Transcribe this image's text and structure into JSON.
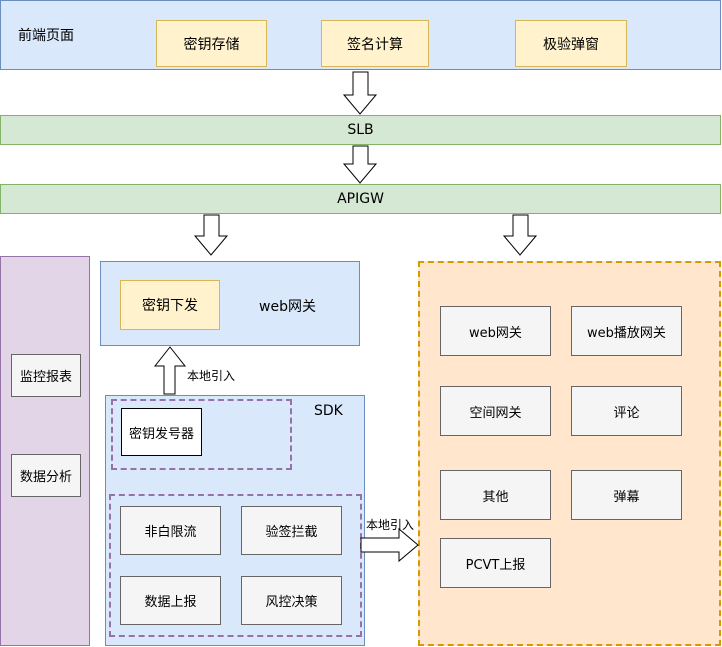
{
  "frontend": {
    "title": "前端页面",
    "items": [
      "密钥存储",
      "签名计算",
      "极验弹窗"
    ]
  },
  "slb": "SLB",
  "apigw": "APIGW",
  "monitor": {
    "items": [
      "监控报表",
      "数据分析"
    ]
  },
  "web_gateway_box": {
    "key_issue": "密钥下发",
    "label": "web网关"
  },
  "local_import_label": "本地引入",
  "sdk": {
    "label": "SDK",
    "key_generator": "密钥发号器",
    "modules": [
      "非白限流",
      "验签拦截",
      "数据上报",
      "风控决策"
    ]
  },
  "services": {
    "items": [
      "web网关",
      "web播放网关",
      "空间网关",
      "评论",
      "其他",
      "弹幕",
      "PCVT上报"
    ]
  },
  "colors": {
    "blue_fill": "#dae8fc",
    "green_fill": "#d5e8d4",
    "yellow_fill": "#fff2cc",
    "purple_fill": "#e1d5e7",
    "orange_fill": "#ffe6cc",
    "grey_fill": "#f5f5f5"
  }
}
